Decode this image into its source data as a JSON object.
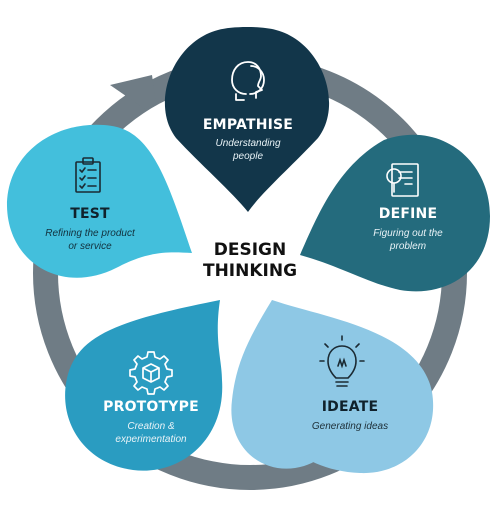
{
  "center": {
    "line1": "DESIGN",
    "line2": "THINKING"
  },
  "stages": {
    "empathise": {
      "title": "EMPATHISE",
      "sub1": "Understanding",
      "sub2": "people",
      "icon": "two-heads-icon",
      "color": "#12364a"
    },
    "define": {
      "title": "DEFINE",
      "sub1": "Figuring out the",
      "sub2": "problem",
      "icon": "document-magnifier-icon",
      "color": "#246b7d"
    },
    "ideate": {
      "title": "IDEATE",
      "sub1": "Generating ideas",
      "icon": "lightbulb-icon",
      "color": "#8ec8e5"
    },
    "prototype": {
      "title": "PROTOTYPE",
      "sub1": "Creation &",
      "sub2": "experimentation",
      "icon": "gear-cube-icon",
      "color": "#2a9cc1"
    },
    "test": {
      "title": "TEST",
      "sub1": "Refining the product",
      "sub2": "or service",
      "icon": "clipboard-checklist-icon",
      "color": "#43bfdc"
    }
  },
  "ring_color": "#6f7c85"
}
